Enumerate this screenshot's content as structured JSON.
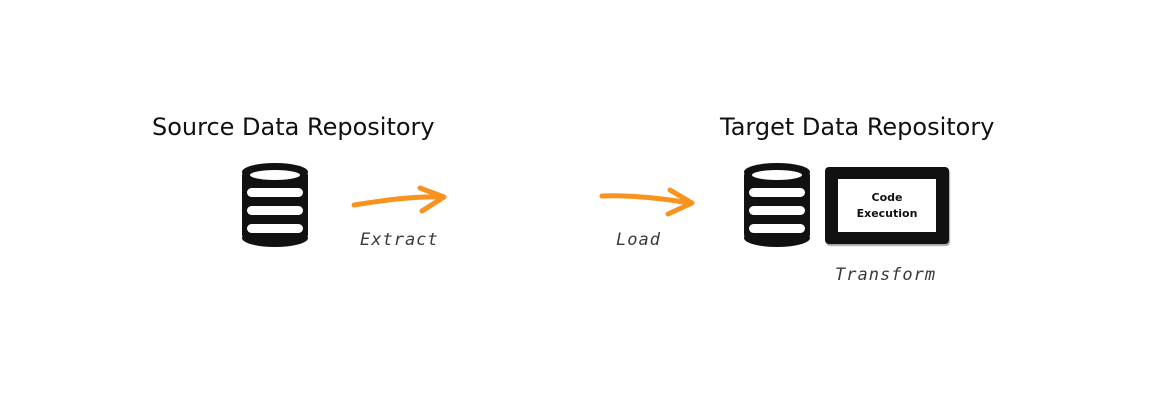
{
  "source": {
    "title": "Source Data Repository"
  },
  "target": {
    "title": "Target Data Repository"
  },
  "steps": {
    "extract_label": "Extract",
    "load_label": "Load",
    "transform_label": "Transform"
  },
  "code_box": {
    "line1": "Code",
    "line2": "Execution"
  },
  "colors": {
    "arrow": "#f7931e",
    "ink": "#111111"
  },
  "icons": {
    "source_db": "database-icon",
    "target_db": "database-icon",
    "code_screen": "screen-icon"
  }
}
